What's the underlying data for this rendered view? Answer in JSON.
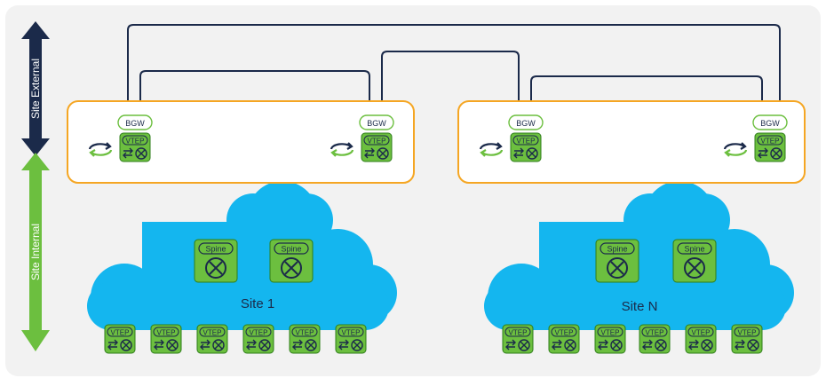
{
  "axis": {
    "external_label": "Site External",
    "internal_label": "Site Internal"
  },
  "colors": {
    "background_panel": "#f2f2f2",
    "site_box_border": "#f5a623",
    "cloud": "#14b6ef",
    "device_green": "#6cbf3f",
    "device_dark": "#2e7d1a",
    "link_navy": "#1b2a4a",
    "arrow_external": "#1b2a4a",
    "arrow_internal": "#6cbf3f"
  },
  "labels": {
    "bgw": "BGW",
    "vtep": "VTEP",
    "spine": "Spine"
  },
  "sites": [
    {
      "name": "Site 1"
    },
    {
      "name": "Site N"
    }
  ],
  "icons": {
    "sync": "circular-sync-arrows-icon",
    "fabric": "switch-arrows-cross-icon"
  }
}
